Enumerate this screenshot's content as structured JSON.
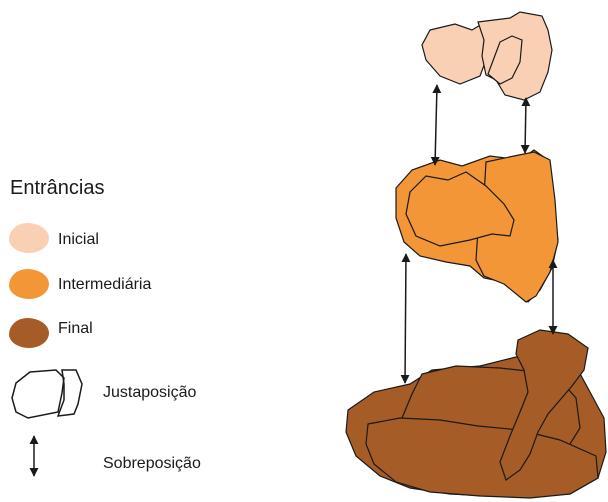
{
  "legend": {
    "title": "Entrâncias",
    "items": [
      {
        "label": "Inicial",
        "color": "#f9d0b4"
      },
      {
        "label": "Intermediária",
        "color": "#f29637"
      },
      {
        "label": "Final",
        "color": "#a65c27"
      }
    ],
    "justaposicao_label": "Justaposição",
    "sobreposicao_label": "Sobreposição"
  },
  "stroke_color": "#1a1a1a"
}
